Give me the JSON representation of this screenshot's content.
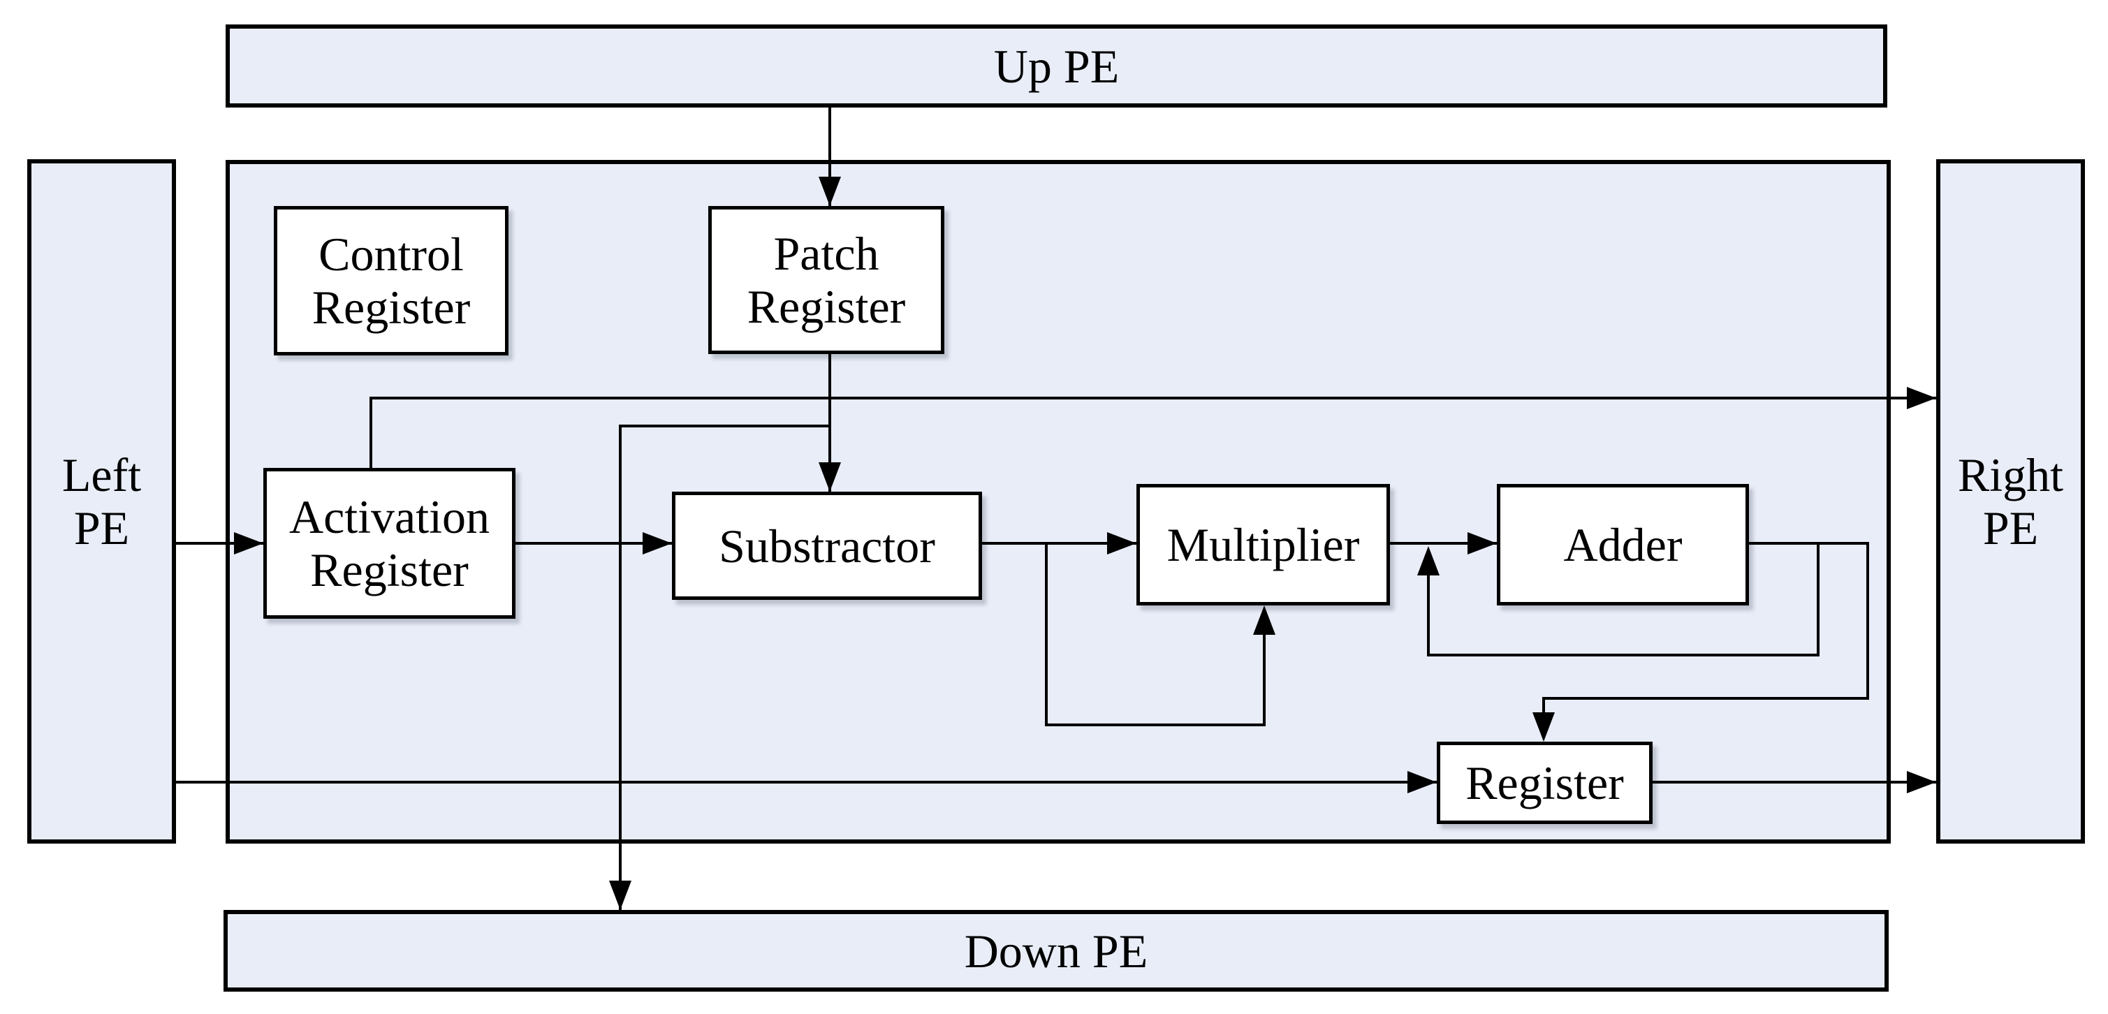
{
  "diagram": {
    "type": "block-diagram",
    "subject": "Processing Element (PE) internal architecture",
    "colors": {
      "node_fill": "#e8edf8",
      "box_fill": "#ffffff",
      "line": "#000000",
      "page_bg": "#ffffff"
    },
    "nodes": {
      "up_pe": {
        "label": "Up PE"
      },
      "left_pe": {
        "label": "Left\nPE"
      },
      "right_pe": {
        "label": "Right\nPE"
      },
      "down_pe": {
        "label": "Down PE"
      },
      "control_register": {
        "label": "Control\nRegister"
      },
      "patch_register": {
        "label": "Patch\nRegister"
      },
      "activation_register": {
        "label": "Activation\nRegister"
      },
      "substractor": {
        "label": "Substractor"
      },
      "multiplier": {
        "label": "Multiplier"
      },
      "adder": {
        "label": "Adder"
      },
      "register": {
        "label": "Register"
      }
    },
    "edges": [
      {
        "from": "Up PE",
        "to": "Patch Register"
      },
      {
        "from": "Patch Register",
        "to": "Substractor"
      },
      {
        "from": "Patch Register",
        "to": "Down PE"
      },
      {
        "from": "Left PE",
        "to": "Activation Register"
      },
      {
        "from": "Activation Register",
        "to": "Substractor"
      },
      {
        "from": "Activation Register",
        "to": "Right PE"
      },
      {
        "from": "Substractor",
        "to": "Multiplier"
      },
      {
        "from": "Substractor",
        "to": "Multiplier (second input via bottom route)"
      },
      {
        "from": "Multiplier",
        "to": "Adder"
      },
      {
        "from": "Adder",
        "to": "Adder input (accumulate feedback)"
      },
      {
        "from": "Adder",
        "to": "Register"
      },
      {
        "from": "Left PE",
        "to": "Register"
      },
      {
        "from": "Register",
        "to": "Right PE"
      }
    ]
  }
}
